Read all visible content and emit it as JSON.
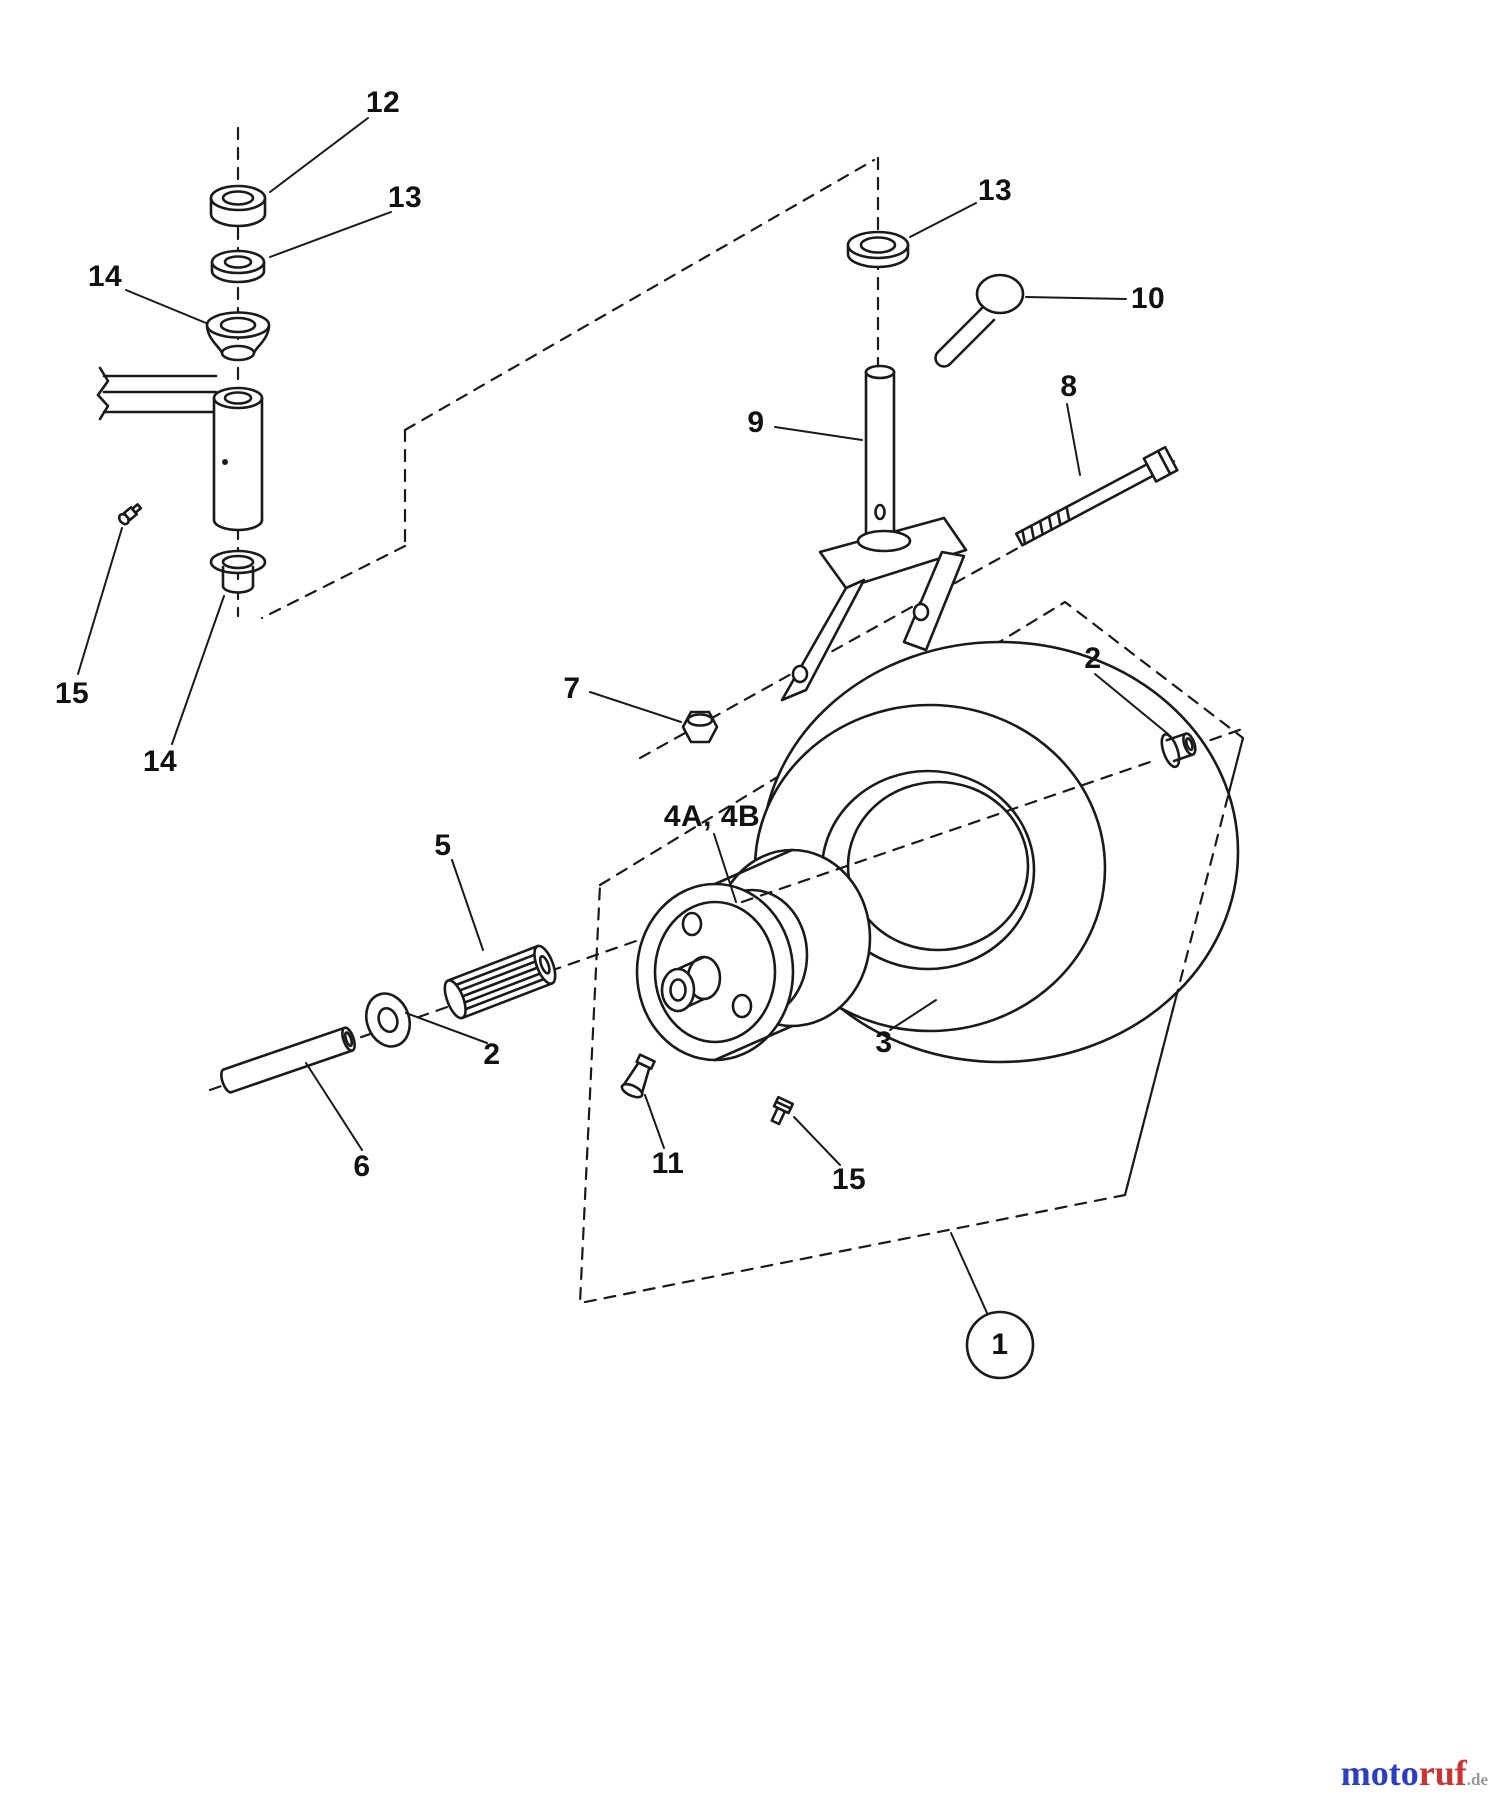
{
  "diagram": {
    "labels": [
      {
        "text": "12"
      },
      {
        "text": "13"
      },
      {
        "text": "14"
      },
      {
        "text": "15"
      },
      {
        "text": "14"
      },
      {
        "text": "13"
      },
      {
        "text": "10"
      },
      {
        "text": "9"
      },
      {
        "text": "8"
      },
      {
        "text": "7"
      },
      {
        "text": "2"
      },
      {
        "text": "4A, 4B"
      },
      {
        "text": "5"
      },
      {
        "text": "3"
      },
      {
        "text": "2"
      },
      {
        "text": "6"
      },
      {
        "text": "11"
      },
      {
        "text": "15"
      }
    ],
    "callout": {
      "text": "1"
    }
  },
  "watermark": {
    "part1": "moto",
    "part2": "ruf",
    "suffix": ".de",
    "part1_color": "#2b3fc0",
    "part2_color": "#cc3333",
    "suffix_color": "#999999"
  },
  "colors": {
    "line": "#1a1a1a",
    "label": "#111111",
    "background": "#ffffff"
  }
}
